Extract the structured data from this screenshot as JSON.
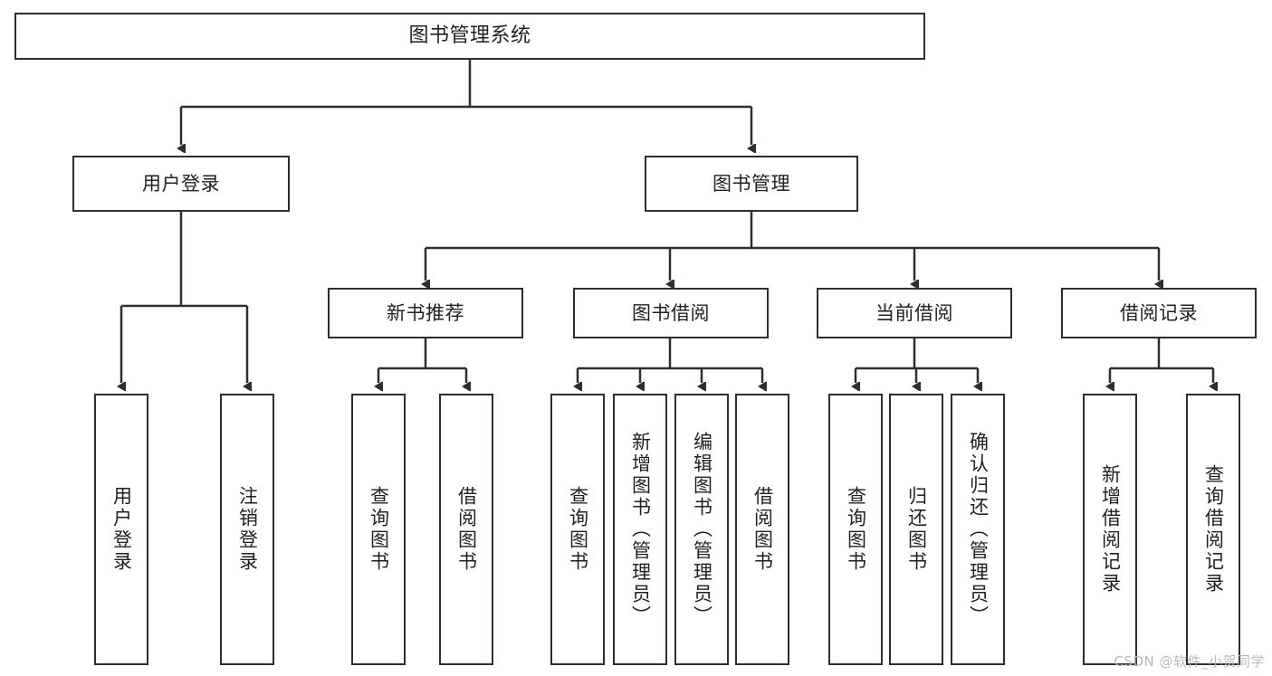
{
  "diagram": {
    "title": "图书管理系统",
    "watermark": "CSDN @软件_小贺同学",
    "line_color": "#2e2e2e",
    "text_color": "#231f20",
    "background": "#ffffff",
    "nodes": {
      "root": {
        "label": "图书管理系统"
      },
      "level1": [
        {
          "id": "user-login",
          "label": "用户登录"
        },
        {
          "id": "book-management",
          "label": "图书管理"
        }
      ],
      "level2": [
        {
          "id": "new-book-recommend",
          "label": "新书推荐"
        },
        {
          "id": "book-borrow",
          "label": "图书借阅"
        },
        {
          "id": "current-borrow",
          "label": "当前借阅"
        },
        {
          "id": "borrow-record",
          "label": "借阅记录"
        }
      ],
      "leaves": {
        "user-login": [
          {
            "id": "leaf-user-login",
            "label": "用户登录"
          },
          {
            "id": "leaf-logout-login",
            "label": "注销登录"
          }
        ],
        "new-book-recommend": [
          {
            "id": "leaf-query-book-1",
            "label": "查询图书"
          },
          {
            "id": "leaf-borrow-book-1",
            "label": "借阅图书"
          }
        ],
        "book-borrow": [
          {
            "id": "leaf-query-book-2",
            "label": "查询图书"
          },
          {
            "id": "leaf-add-book",
            "label": "新增图书（管理员）"
          },
          {
            "id": "leaf-edit-book",
            "label": "编辑图书（管理员）"
          },
          {
            "id": "leaf-borrow-book-2",
            "label": "借阅图书"
          }
        ],
        "current-borrow": [
          {
            "id": "leaf-query-book-3",
            "label": "查询图书"
          },
          {
            "id": "leaf-return-book",
            "label": "归还图书"
          },
          {
            "id": "leaf-confirm-return",
            "label": "确认归还（管理员）"
          }
        ],
        "borrow-record": [
          {
            "id": "leaf-add-record",
            "label": "新增借阅记录"
          },
          {
            "id": "leaf-query-record",
            "label": "查询借阅记录"
          }
        ]
      }
    }
  }
}
